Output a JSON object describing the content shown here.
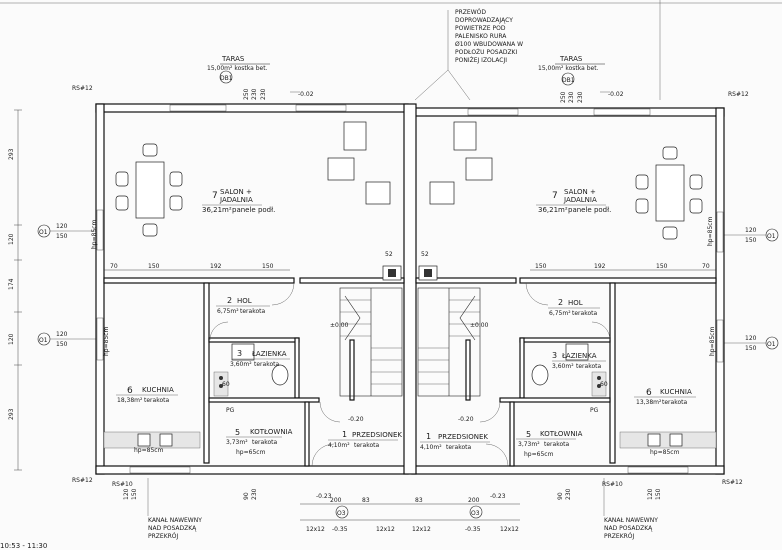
{
  "annotations": {
    "taras_left": "TARAS",
    "taras_left_sub": "15,00m² kostka bet.",
    "taras_right": "TARAS",
    "taras_right_sub": "15,00m² kostka bet.",
    "db1": "DB1",
    "przewod": [
      "PRZEWÓD",
      "DOPROWADZAJĄCY",
      "POWIETRZE POD",
      "PALENISKO RURA",
      "Ø100 WBUDOWANA W",
      "PODŁOŻU POSADZKI",
      "PONIŻEJ IZOLACJI"
    ],
    "kanal": [
      "KANAŁ NAWEWNY",
      "NAD POSADZKĄ",
      "PRZEKRÓJ"
    ],
    "kanal_left": [
      "KANAŁ NAWEWNY",
      "NAD POSADZKĄ",
      "PRZEKRÓJ"
    ],
    "timestamp": "10:53 - 11:30",
    "rs12": "RS#12",
    "rs10": "RS#10",
    "axis_o1": "O1",
    "axis_o3": "O3",
    "dims_left": [
      "293",
      "120",
      "174",
      "120",
      "293"
    ],
    "dims_top_left": [
      "70",
      "150",
      "192",
      "150"
    ],
    "dims_top_right": [
      "150",
      "192",
      "150",
      "70"
    ],
    "level_002": "-0.02",
    "level_000": "±0.00",
    "level_020": "-0.20",
    "level_023": "-0.23",
    "level_035": "-0.35",
    "size_1212": "12x12",
    "hp_85": "hp=85cm",
    "hp_65": "hp=65cm",
    "pg": "PG",
    "sixty": "60",
    "wall_dims": [
      "120",
      "150"
    ]
  },
  "rooms": [
    {
      "id": "salon-left",
      "num": "7",
      "name": "SALON +",
      "name2": "JADALNIA",
      "area": "36,21m²",
      "floor": "panele podł."
    },
    {
      "id": "salon-right",
      "num": "7",
      "name": "SALON +",
      "name2": "JADALNIA",
      "area": "36,21m²",
      "floor": "panele podł."
    },
    {
      "id": "hol-left",
      "num": "2",
      "name": "HOL",
      "area": "6,75m²",
      "floor": "terakota"
    },
    {
      "id": "hol-right",
      "num": "2",
      "name": "HOL",
      "area": "6,75m²",
      "floor": "terakota"
    },
    {
      "id": "lazienka-left",
      "num": "3",
      "name": "ŁAZIENKA",
      "area": "3,60m²",
      "floor": "terakota"
    },
    {
      "id": "lazienka-right",
      "num": "3",
      "name": "ŁAZIENKA",
      "area": "3,60m²",
      "floor": "terakota"
    },
    {
      "id": "kuchnia-left",
      "num": "6",
      "name": "KUCHNIA",
      "area": "18,38m²",
      "floor": "terakota"
    },
    {
      "id": "kuchnia-right",
      "num": "6",
      "name": "KUCHNIA",
      "area": "13,38m²",
      "floor": "terakota"
    },
    {
      "id": "kotlownia-left",
      "num": "5",
      "name": "KOTŁOWNIA",
      "area": "3,73m²",
      "floor": "terakota"
    },
    {
      "id": "kotlownia-right",
      "num": "5",
      "name": "KOTŁOWNIA",
      "area": "3,73m²",
      "floor": "terakota"
    },
    {
      "id": "przedsionek-left",
      "num": "1",
      "name": "PRZEDSIONEK",
      "area": "4,10m²",
      "floor": "terakota"
    },
    {
      "id": "przedsionek-right",
      "num": "1",
      "name": "PRZEDSIONEK",
      "area": "4,10m²",
      "floor": "terakota"
    }
  ]
}
